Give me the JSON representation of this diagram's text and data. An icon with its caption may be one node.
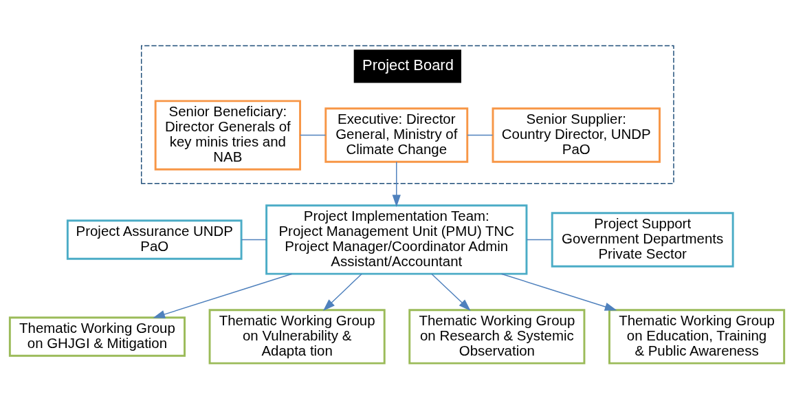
{
  "diagram": {
    "nodes": [
      {
        "text": [
          "Project Board"
        ]
      },
      {
        "text": [
          "Senior Beneficiary: Director Generals of key minis tries and NAB"
        ],
        "in": 0
      },
      {
        "text": [
          "Executive: Director General, Ministry of Climate Change"
        ],
        "in": 0
      },
      {
        "text": [
          "Senior Supplier: Country Director, UNDP PaO"
        ],
        "in": 0
      },
      {
        "text": [
          "Project Assurance UNDP PaO"
        ]
      },
      {
        "text": [
          "Project Implementation Team: Project Management Unit (PMU) TNC Project Manager/Coordinator Admin Assistant/Accountant"
        ]
      },
      {
        "text": [
          "Project Support Government Departments Private Sector"
        ]
      },
      {
        "text": [
          "Thematic Working Group on GHJGI & Mitigation"
        ]
      },
      {
        "text": [
          "Thematic Working Group on Vulnerability & Adapta tion"
        ]
      },
      {
        "text": [
          "Thematic Working Group on Research & Systemic Observation"
        ]
      },
      {
        "text": [
          "Thematic Working Group on Education, Training & Public Awareness"
        ]
      }
    ],
    "edges": [
      {
        "from": 1,
        "to": 2,
        "arrow": "none"
      },
      {
        "from": 2,
        "to": 3,
        "arrow": "none"
      },
      {
        "from": 2,
        "to": 5,
        "arrow": "to"
      },
      {
        "from": 4,
        "to": 5,
        "arrow": "none"
      },
      {
        "from": 5,
        "to": 6,
        "arrow": "none"
      },
      {
        "from": 5,
        "to": 7,
        "arrow": "to"
      },
      {
        "from": 5,
        "to": 8,
        "arrow": "to"
      },
      {
        "from": 5,
        "to": 9,
        "arrow": "to"
      },
      {
        "from": 5,
        "to": 10,
        "arrow": "to"
      }
    ]
  }
}
